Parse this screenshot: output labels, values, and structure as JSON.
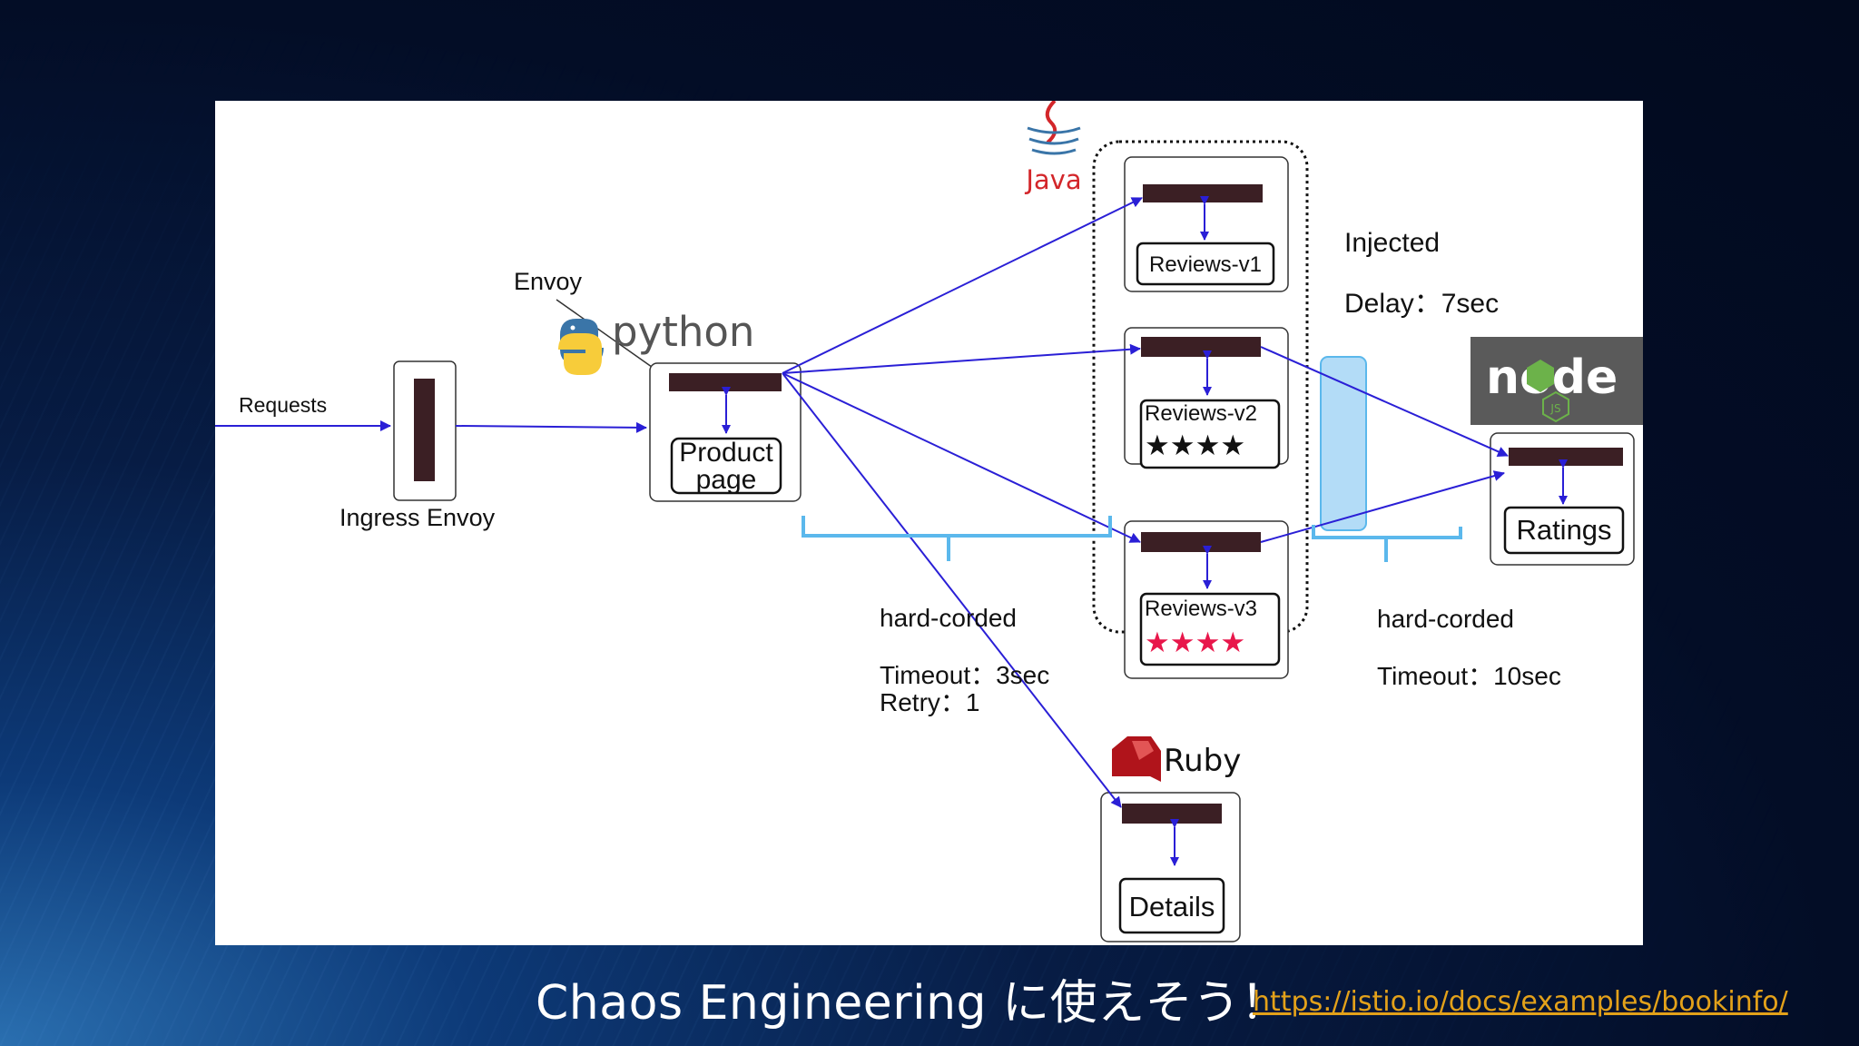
{
  "diagram": {
    "labels": {
      "requests": "Requests",
      "ingress_envoy": "Ingress Envoy",
      "envoy": "Envoy",
      "product_page_line1": "Product",
      "product_page_line2": "page",
      "reviews_v1": "Reviews-v1",
      "reviews_v2": "Reviews-v2",
      "reviews_v3": "Reviews-v3",
      "ratings": "Ratings",
      "details": "Details",
      "injected": "Injected",
      "delay": "Delay：7sec",
      "hard_coded_left": "hard-corded",
      "timeout_left": "Timeout：3sec",
      "retry_left": "Retry：1",
      "hard_coded_right": "hard-corded",
      "timeout_right": "Timeout：10sec",
      "stars_v2": "★★★★",
      "stars_v3": "★★★★"
    },
    "logos": {
      "java": "Java",
      "python": "python",
      "ruby": "Ruby",
      "node": "node",
      "node_js": "JS"
    },
    "colors": {
      "arrow": "#2a1fd6",
      "sidecar": "#3b1f24",
      "brace": "#5bb8ec",
      "delay_box": "#b3dcf7",
      "star_black": "#111111",
      "star_red": "#e8174b",
      "java_red": "#d3262a",
      "ruby_red": "#b0141b",
      "python_blue": "#3a75a8",
      "python_yellow": "#f7cc3a",
      "node_bg": "#5a5a5a",
      "node_green": "#6cb24a"
    }
  },
  "footer": {
    "title": "Chaos Engineering に使えそう！",
    "link": "https://istio.io/docs/examples/bookinfo/"
  }
}
